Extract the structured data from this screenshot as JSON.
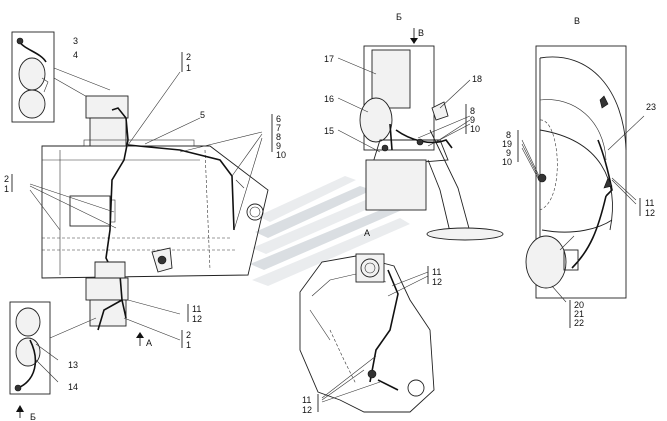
{
  "views": {
    "B_label": "Б",
    "V_label": "В",
    "A_label": "А"
  },
  "callouts": {
    "c3": "3",
    "c4": "4",
    "c5": "5",
    "c2_1a": [
      "2",
      "1"
    ],
    "c2_1b": [
      "2",
      "1"
    ],
    "c2_1c": [
      "2",
      "1"
    ],
    "c6_10": [
      "6",
      "7",
      "8",
      "9",
      "10"
    ],
    "c11_12a": [
      "11",
      "12"
    ],
    "c13": "13",
    "c14": "14",
    "c15": "15",
    "c16": "16",
    "c17": "17",
    "c18": "18",
    "c8_10": [
      "8",
      "9",
      "10"
    ],
    "c11_12b": [
      "11",
      "12"
    ],
    "c11_12c": [
      "11",
      "12"
    ],
    "c23": "23",
    "c8_10v": [
      "8",
      "19",
      "9",
      "10"
    ],
    "c11_12d": [
      "11",
      "12"
    ],
    "c20_22": [
      "20",
      "21",
      "22"
    ]
  },
  "watermark": {
    "colors": {
      "light": "#e6e9ec",
      "dark": "#cfd5d9"
    }
  }
}
